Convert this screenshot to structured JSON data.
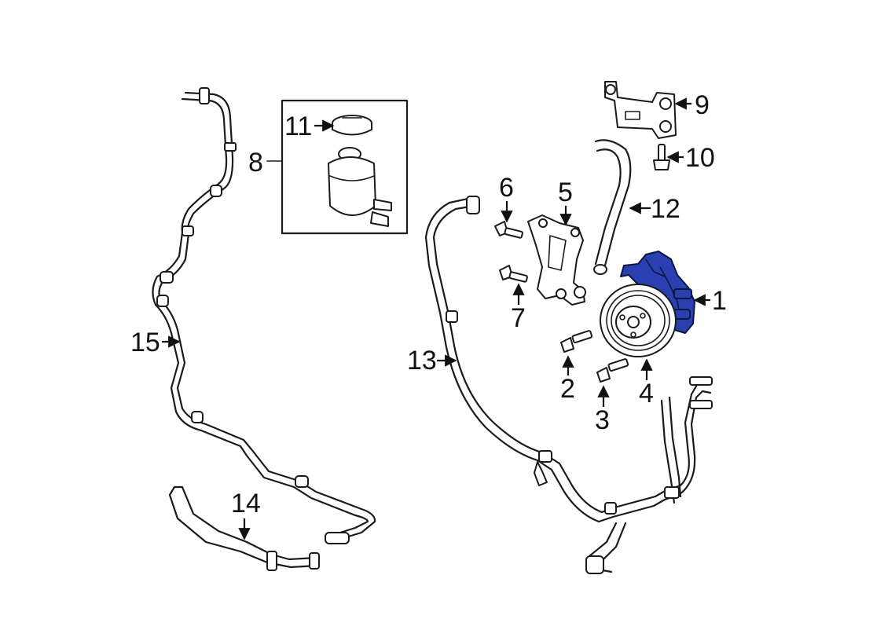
{
  "callouts": {
    "c1": "1",
    "c2": "2",
    "c3": "3",
    "c4": "4",
    "c5": "5",
    "c6": "6",
    "c7": "7",
    "c8": "8",
    "c9": "9",
    "c10": "10",
    "c11": "11",
    "c12": "12",
    "c13": "13",
    "c14": "14",
    "c15": "15"
  },
  "colors": {
    "highlight": "#2a3fb0",
    "outline": "#1b1b1b",
    "background": "#ffffff"
  },
  "highlighted_part": "1"
}
